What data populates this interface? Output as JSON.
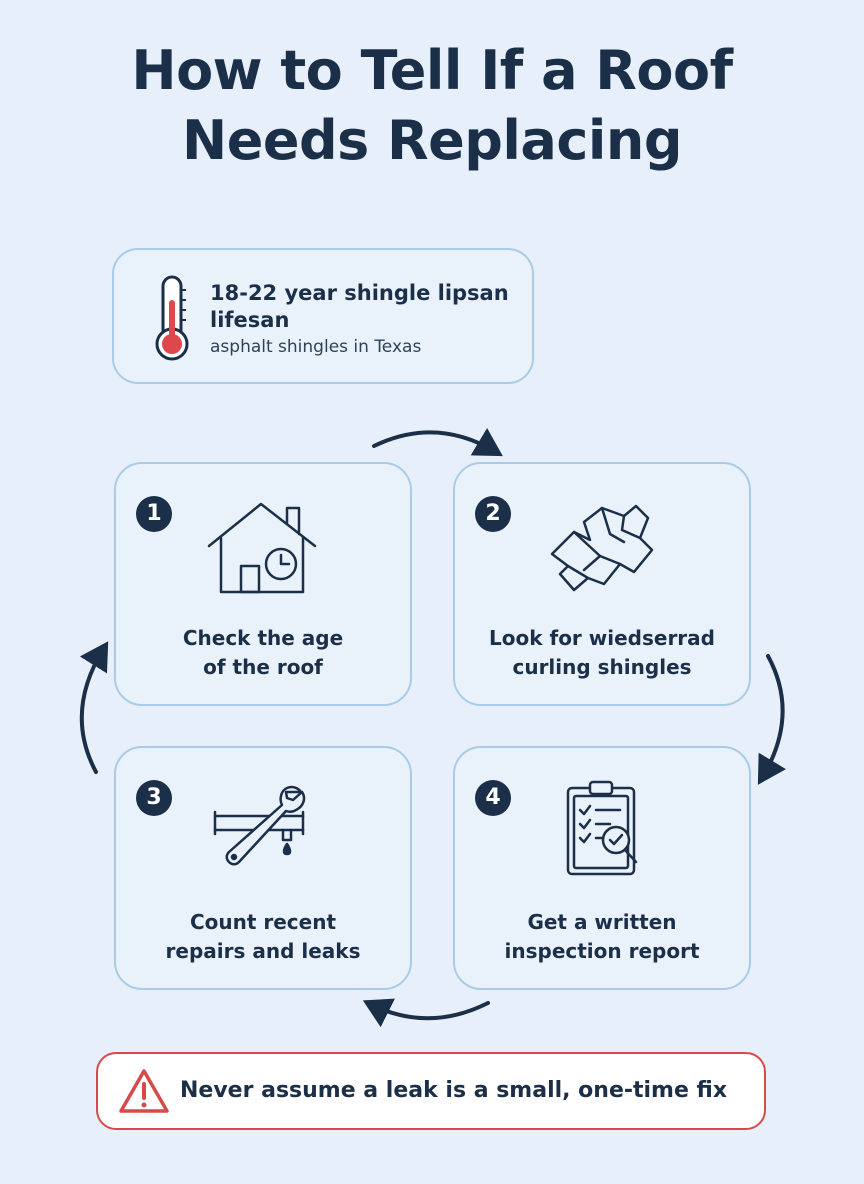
{
  "title": {
    "line1": "How to Tell If a Roof",
    "line2": "Needs Replacing"
  },
  "lifespan": {
    "icon": "thermometer-icon",
    "headline": "18-22 year shingle lipsan lifesan",
    "subtext": "asphalt shingles in Texas"
  },
  "steps": [
    {
      "number": "1",
      "icon": "house-clock-icon",
      "label_line1": "Check the age",
      "label_line2": "of the roof"
    },
    {
      "number": "2",
      "icon": "curling-shingle-icon",
      "label_line1": "Look for wiedserrad",
      "label_line2": "curling shingles"
    },
    {
      "number": "3",
      "icon": "wrench-pipe-leak-icon",
      "label_line1": "Count recent",
      "label_line2": "repairs and leaks"
    },
    {
      "number": "4",
      "icon": "clipboard-inspection-icon",
      "label_line1": "Get a written",
      "label_line2": "inspection report"
    }
  ],
  "warning": {
    "icon": "warning-triangle-icon",
    "text": "Never assume a leak is a small, one-time fix"
  },
  "colors": {
    "navy": "#1b2f48",
    "background": "#e7f0fa",
    "card_border": "#a9cbe8",
    "warning_red": "#d84a4a",
    "thermometer_red": "#e0474c"
  }
}
